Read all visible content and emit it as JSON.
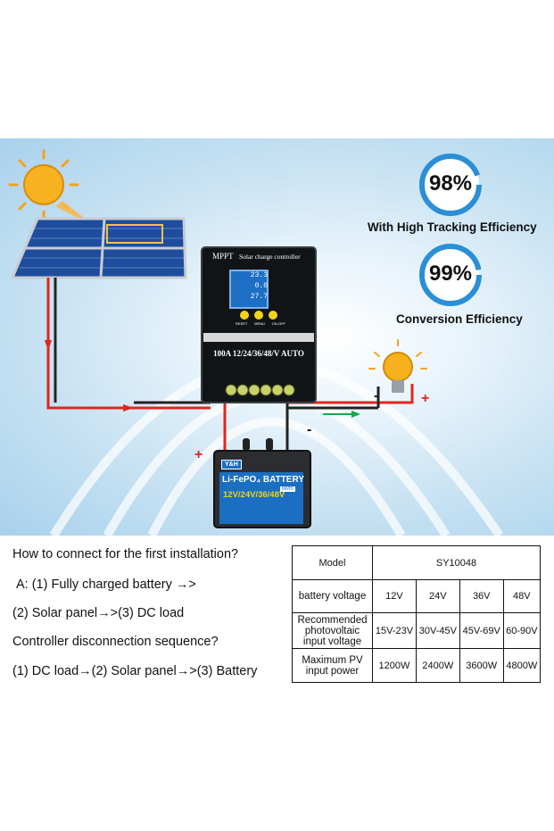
{
  "efficiency": [
    {
      "value": "98%",
      "label": "With High Tracking Efficiency"
    },
    {
      "value": "99%",
      "label": "Conversion Efficiency"
    }
  ],
  "controller": {
    "brand": "MPPT",
    "name": "Solar charge controller",
    "rating": "100A 12/24/36/48/V AUTO",
    "lcd": [
      "23.3",
      "0.0",
      "27.7"
    ],
    "buttons": [
      "RESET",
      "MENU",
      "ON-OFF"
    ]
  },
  "battery": {
    "logo": "Y&H",
    "type": "Li-FePO₄ BATTERY",
    "voltage": "12V/24V/36/48V",
    "bms": "BMS"
  },
  "wire_signs": {
    "plus": "+",
    "minus": "-"
  },
  "instructions": [
    "How to connect for the first installation?",
    "A: (1) Fully charged battery →>",
    "(2) Solar panel→>(3) DC load",
    "Controller disconnection sequence?",
    "(1) DC load→(2) Solar panel→>(3) Battery"
  ],
  "spec_table": {
    "model_label": "Model",
    "model_value": "SY10048",
    "rows": [
      {
        "label": "battery voltage",
        "cells": [
          "12V",
          "24V",
          "36V",
          "48V"
        ]
      },
      {
        "label": "Recommended photovoltaic input voltage",
        "cells": [
          "15V-23V",
          "30V-45V",
          "45V-69V",
          "60-90V"
        ]
      },
      {
        "label": "Maximum PV input power",
        "cells": [
          "1200W",
          "2400W",
          "3600W",
          "4800W"
        ]
      }
    ]
  }
}
